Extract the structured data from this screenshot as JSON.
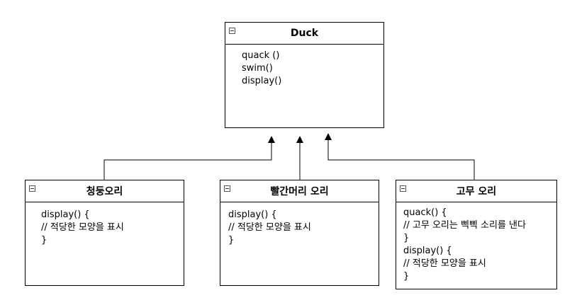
{
  "parent": {
    "title": "Duck",
    "methods": [
      "quack ()",
      "swim()",
      "display()"
    ]
  },
  "children": [
    {
      "title": "청둥오리",
      "lines": [
        "display() {",
        "// 적당한 모양을 표시",
        "}"
      ]
    },
    {
      "title": "빨간머리 오리",
      "lines": [
        "display() {",
        "// 적당한 모양을 표시",
        "}"
      ]
    },
    {
      "title": "고무 오리",
      "lines": [
        "quack() {",
        "// 고무 오리는 삑삑 소리를 낸다",
        "}",
        "display() {",
        "// 적당한 모양을 표시",
        "}"
      ]
    }
  ]
}
